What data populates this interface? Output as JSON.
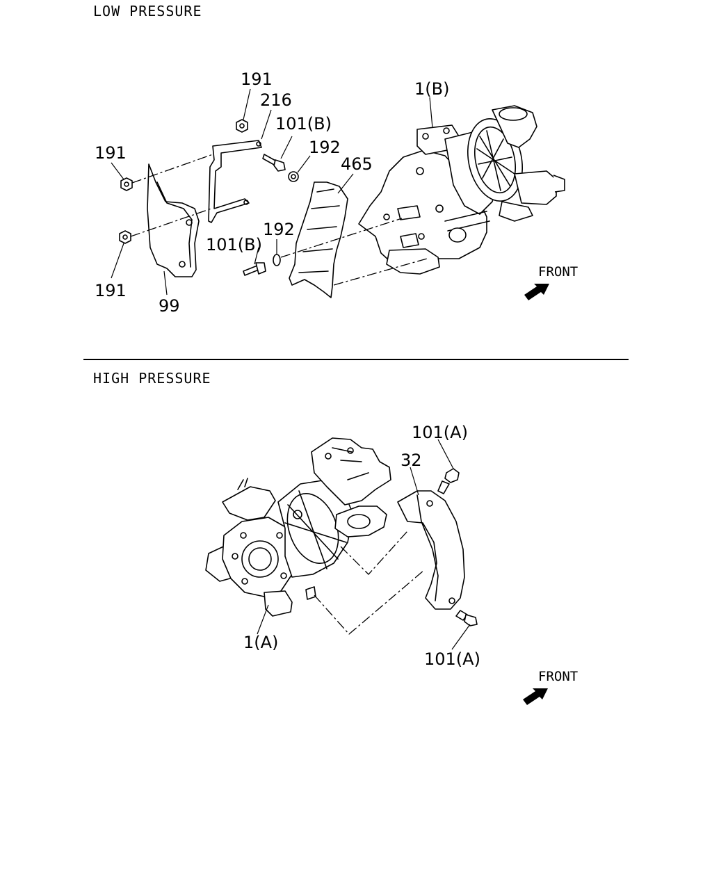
{
  "sections": {
    "low_pressure": {
      "title": "LOW PRESSURE",
      "callouts": [
        "191",
        "216",
        "101(B)",
        "192",
        "465",
        "1(B)",
        "191",
        "191",
        "101(B)",
        "192",
        "99"
      ],
      "front_label": "FRONT"
    },
    "high_pressure": {
      "title": "HIGH PRESSURE",
      "callouts": [
        "101(A)",
        "32",
        "1(A)",
        "101(A)"
      ],
      "front_label": "FRONT"
    }
  },
  "icons": [
    "front-arrow-icon",
    "front-arrow-icon"
  ]
}
